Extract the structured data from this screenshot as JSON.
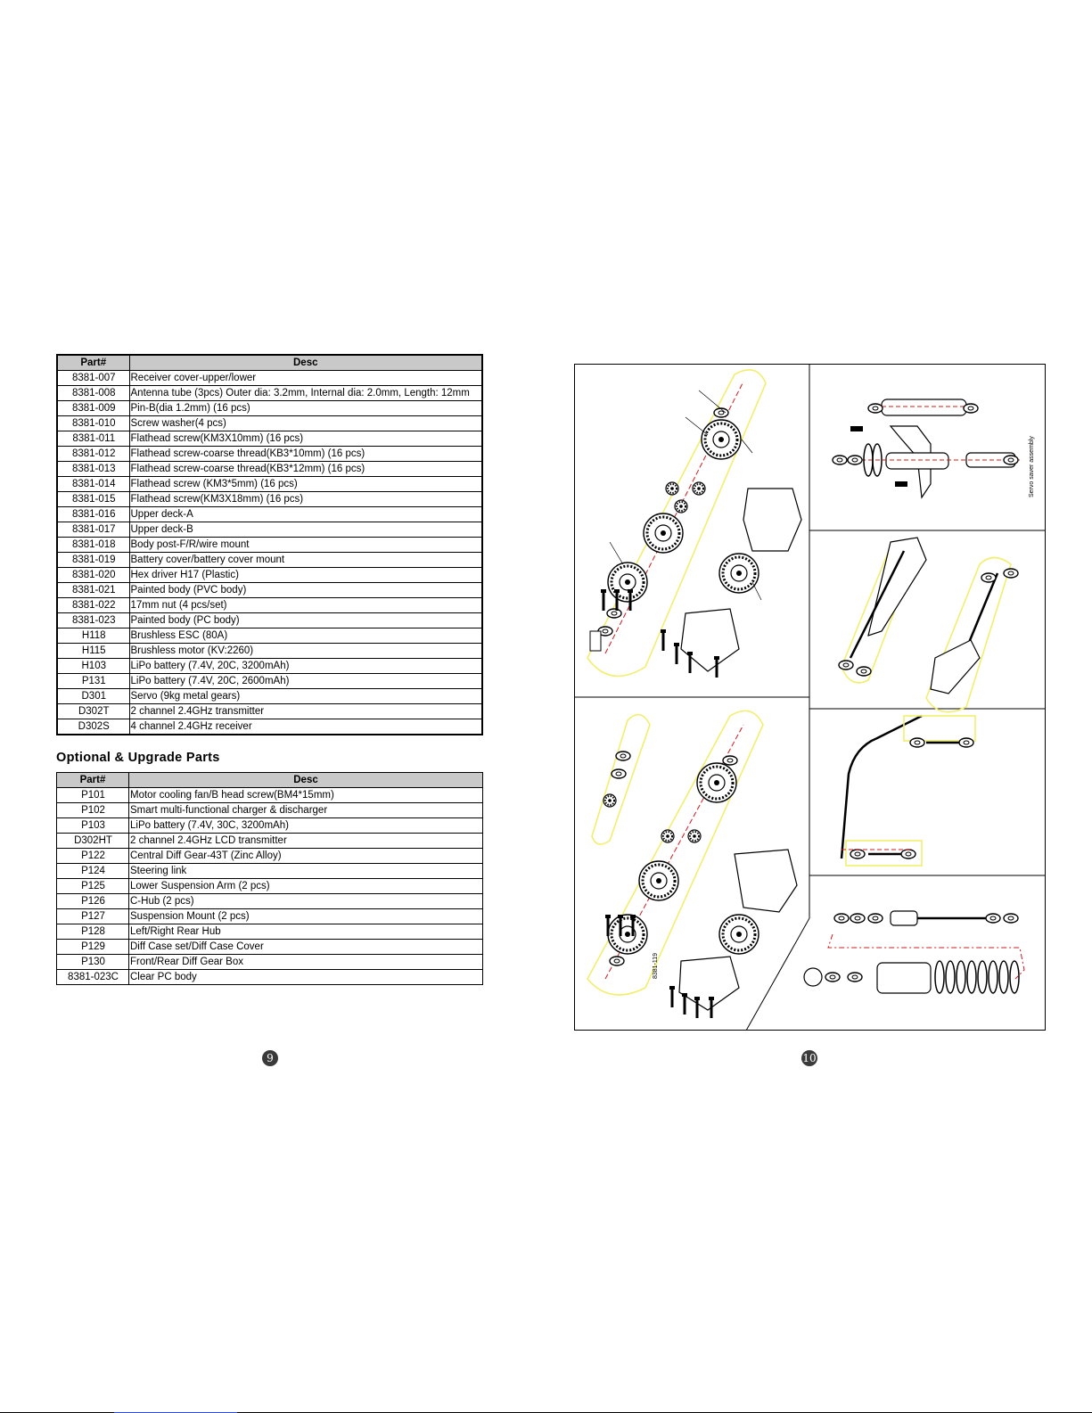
{
  "main_table": {
    "headers": [
      "Part#",
      "Desc"
    ],
    "rows": [
      [
        "8381-007",
        "Receiver cover-upper/lower"
      ],
      [
        "8381-008",
        "Antenna tube (3pcs) Outer dia: 3.2mm, Internal dia: 2.0mm, Length: 12mm"
      ],
      [
        "8381-009",
        "Pin-B(dia 1.2mm) (16 pcs)"
      ],
      [
        "8381-010",
        "Screw washer(4 pcs)"
      ],
      [
        "8381-011",
        "Flathead screw(KM3X10mm) (16 pcs)"
      ],
      [
        "8381-012",
        "Flathead screw-coarse thread(KB3*10mm) (16 pcs)"
      ],
      [
        "8381-013",
        "Flathead screw-coarse thread(KB3*12mm) (16 pcs)"
      ],
      [
        "8381-014",
        "Flathead screw (KM3*5mm) (16 pcs)"
      ],
      [
        "8381-015",
        "Flathead screw(KM3X18mm) (16 pcs)"
      ],
      [
        "8381-016",
        "Upper deck-A"
      ],
      [
        "8381-017",
        "Upper deck-B"
      ],
      [
        "8381-018",
        "Body post-F/R/wire mount"
      ],
      [
        "8381-019",
        "Battery cover/battery cover mount"
      ],
      [
        "8381-020",
        "Hex driver H17 (Plastic)"
      ],
      [
        "8381-021",
        "Painted body (PVC body)"
      ],
      [
        "8381-022",
        "17mm nut (4 pcs/set)"
      ],
      [
        "8381-023",
        "Painted body (PC body)"
      ],
      [
        "H118",
        "Brushless ESC (80A)"
      ],
      [
        "H115",
        "Brushless motor (KV:2260)"
      ],
      [
        "H103",
        "LiPo battery (7.4V, 20C, 3200mAh)"
      ],
      [
        "P131",
        "LiPo battery (7.4V, 20C, 2600mAh)"
      ],
      [
        "D301",
        "Servo (9kg metal gears)"
      ],
      [
        "D302T",
        "2 channel 2.4GHz transmitter"
      ],
      [
        "D302S",
        "4 channel 2.4GHz receiver"
      ]
    ]
  },
  "optional": {
    "title": "Optional & Upgrade Parts",
    "headers": [
      "Part#",
      "Desc"
    ],
    "rows": [
      [
        "P101",
        "Motor cooling fan/B head screw(BM4*15mm)"
      ],
      [
        "P102",
        "Smart multi-functional charger & discharger"
      ],
      [
        "P103",
        "LiPo battery (7.4V, 30C, 3200mAh)"
      ],
      [
        "D302HT",
        "2 channel 2.4GHz LCD transmitter"
      ],
      [
        "P122",
        "Central Diff Gear-43T (Zinc Alloy)"
      ],
      [
        "P124",
        "Steering link"
      ],
      [
        "P125",
        "Lower Suspension Arm (2 pcs)"
      ],
      [
        "P126",
        "C-Hub (2 pcs)"
      ],
      [
        "P127",
        "Suspension Mount (2 pcs)"
      ],
      [
        "P128",
        "Left/Right Rear Hub"
      ],
      [
        "P129",
        "Diff Case set/Diff Case Cover"
      ],
      [
        "P130",
        "Front/Rear Diff Gear Box"
      ],
      [
        "8381-023C",
        "Clear PC body"
      ]
    ]
  },
  "diagram": {
    "servo_label": "Servo saver assembly",
    "part_code": "8381-119"
  },
  "pages": {
    "left": "9",
    "right": "10"
  },
  "colors": {
    "header_bg": "#c9c9c9",
    "highlight": "#f2ee6e",
    "accent_red": "#d01818"
  }
}
